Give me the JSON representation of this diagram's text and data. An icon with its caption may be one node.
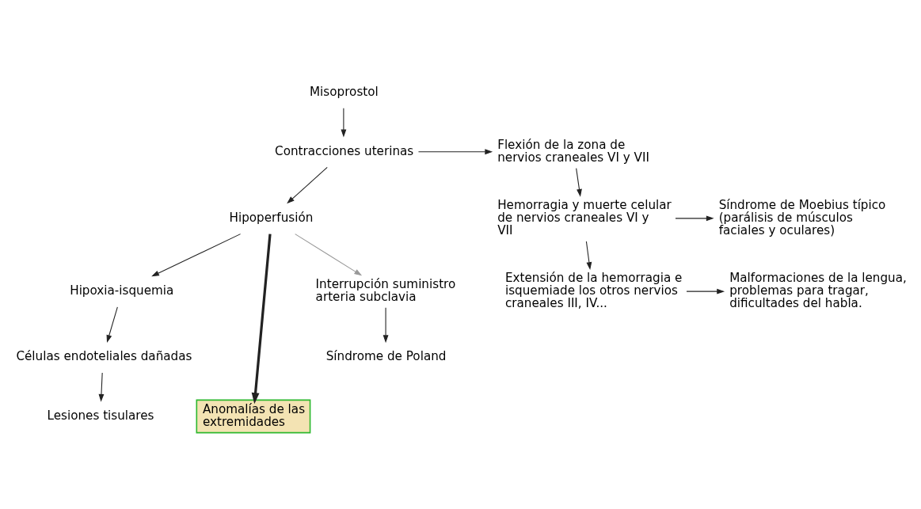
{
  "diagram": {
    "nodes": [
      {
        "text": [
          "Misoprostol"
        ]
      },
      {
        "text": [
          "Contracciones uterinas"
        ]
      },
      {
        "text": [
          "Hipoperfusión"
        ]
      },
      {
        "text": [
          "Hipoxia-isquemia"
        ]
      },
      {
        "text": [
          "Células endoteliales dañadas"
        ]
      },
      {
        "text": [
          "Lesiones tisulares"
        ]
      },
      {
        "text": [
          "Flexión de la zona de nervios craneales VI y VII"
        ]
      },
      {
        "text": [
          "Hemorragia y muerte celular de nervios craneales VI y VII"
        ]
      },
      {
        "text": [
          "Síndrome de Moebius típico (parálisis de músculos faciales y oculares)"
        ]
      },
      {
        "text": [
          "Extensión de la hemorragia e isquemiade los otros nervios craneales III, IV..."
        ]
      },
      {
        "text": [
          "Malformaciones de la lengua, problemas para tragar, dificultades del habla."
        ]
      },
      {
        "text": [
          "Anomalías de las extremidades"
        ]
      },
      {
        "text": [
          "Interrupción suministro arteria subclavia"
        ]
      },
      {
        "text": [
          "Síndrome de Poland"
        ]
      }
    ],
    "edges": [
      {
        "from": 0,
        "to": 1,
        "arrow": "to"
      },
      {
        "from": 1,
        "to": 2,
        "arrow": "to"
      },
      {
        "from": 2,
        "to": 3,
        "arrow": "to"
      },
      {
        "from": 3,
        "to": 4,
        "arrow": "to"
      },
      {
        "from": 4,
        "to": 5,
        "arrow": "to"
      },
      {
        "from": 1,
        "to": 6,
        "arrow": "to"
      },
      {
        "from": 6,
        "to": 7,
        "arrow": "to"
      },
      {
        "from": 7,
        "to": 8,
        "arrow": "to"
      },
      {
        "from": 7,
        "to": 9,
        "arrow": "to"
      },
      {
        "from": 9,
        "to": 10,
        "arrow": "to"
      },
      {
        "from": 2,
        "to": 11,
        "arrow": "to",
        "style": "thick"
      },
      {
        "from": 2,
        "to": 12,
        "arrow": "to",
        "color": "#999999"
      },
      {
        "from": 12,
        "to": 13,
        "arrow": "to"
      }
    ]
  }
}
